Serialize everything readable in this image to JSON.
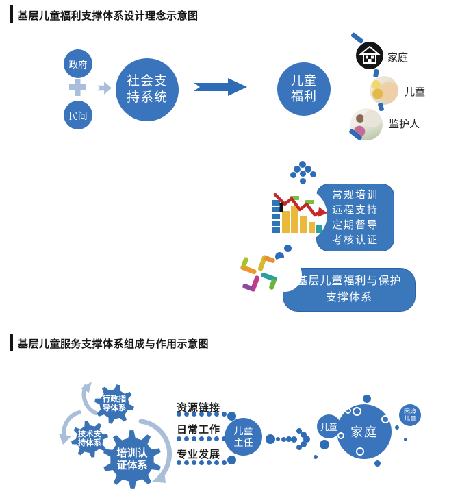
{
  "colors": {
    "primary_blue": "#3a74bc",
    "deep_blue": "#2e6cb5",
    "light_blue_accent": "#a9bfd9"
  },
  "section1": {
    "title": "基层儿童福利支撑体系设计理念示意图",
    "gov": "政府",
    "civil": "民间",
    "social": [
      "社会支",
      "持系统"
    ],
    "welfare": [
      "儿童",
      "福利"
    ],
    "family_label": "家庭",
    "child_label": "儿童",
    "guardian_label": "监护人",
    "bubble1": [
      "常规培训",
      "远程支持",
      "定期督导",
      "考核认证"
    ],
    "bubble2": [
      "基层儿童福利与保护",
      "支撑体系"
    ]
  },
  "section2": {
    "title": "基层儿童服务支撑体系组成与作用示意图",
    "gear_admin": [
      "行政指",
      "导体系"
    ],
    "gear_tech": [
      "技术支",
      "持体系"
    ],
    "gear_training": [
      "培训认",
      "证体系"
    ],
    "duty1": "资源链接",
    "duty2": "日常工作",
    "duty3": "专业发展",
    "director": [
      "儿童",
      "主任"
    ],
    "child": "儿童",
    "family": "家庭",
    "difficult": [
      "困境",
      "儿童"
    ]
  }
}
